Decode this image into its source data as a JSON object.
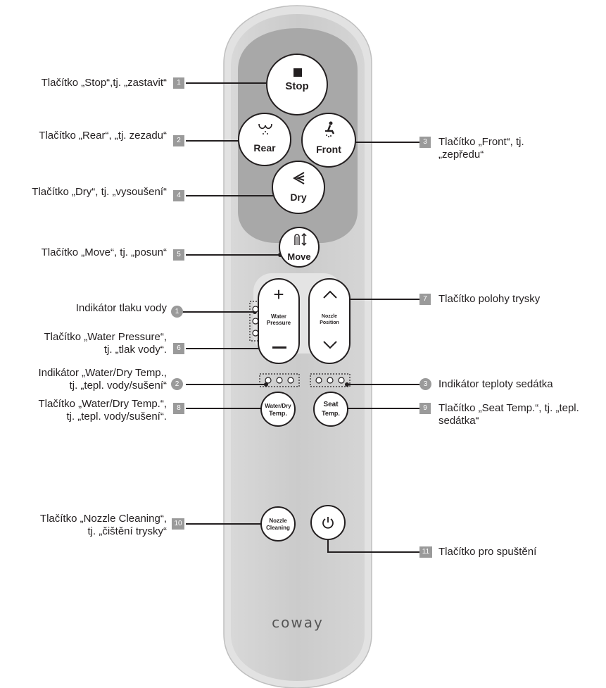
{
  "remote": {
    "brand": "coway",
    "buttons": {
      "stop": "Stop",
      "rear": "Rear",
      "front": "Front",
      "dry": "Dry",
      "move": "Move",
      "water_pressure_l1": "Water",
      "water_pressure_l2": "Pressure",
      "nozzle_position_l1": "Nozzle",
      "nozzle_position_l2": "Position",
      "water_dry_temp_l1": "Water/Dry",
      "water_dry_temp_l2": "Temp.",
      "seat_temp_l1": "Seat",
      "seat_temp_l2": "Temp.",
      "nozzle_cleaning_l1": "Nozzle",
      "nozzle_cleaning_l2": "Cleaning"
    }
  },
  "callouts": {
    "c1": {
      "badge": "1",
      "text": "Tlačítko „Stop“,tj. „zastavit“"
    },
    "c2": {
      "badge": "2",
      "text": "Tlačítko „Rear“, „tj. zezadu“"
    },
    "c3": {
      "badge": "3",
      "line1": "Tlačítko „Front“, tj.",
      "line2": "„zepředu“"
    },
    "c4": {
      "badge": "4",
      "text": "Tlačítko „Dry“, tj. „vysoušení“"
    },
    "c5": {
      "badge": "5",
      "text": "Tlačítko „Move“, tj. „posun“"
    },
    "c6": {
      "badge": "6",
      "line1": "Tlačítko „Water Pressure“,",
      "line2": "tj. „tlak vody“."
    },
    "c7": {
      "badge": "7",
      "text": "Tlačítko polohy trysky"
    },
    "c8": {
      "badge": "8",
      "line1": "Tlačítko „Water/Dry Temp.“,",
      "line2": "tj. „tepl. vody/sušení“."
    },
    "c9": {
      "badge": "9",
      "line1": "Tlačítko „Seat Temp.“, tj. „tepl.",
      "line2": "sedátka“"
    },
    "c10": {
      "badge": "10",
      "line1": "Tlačítko „Nozzle Cleaning“,",
      "line2": "tj. „čištění trysky“"
    },
    "c11": {
      "badge": "11",
      "text": "Tlačítko pro spuštění"
    },
    "i1": {
      "badge": "1",
      "text": "Indikátor tlaku vody"
    },
    "i2": {
      "badge": "2",
      "line1": "Indikátor „Water/Dry Temp.,",
      "line2": "tj. „tepl. vody/sušení“"
    },
    "i3": {
      "badge": "3",
      "text": "Indikátor teploty sedátka"
    }
  },
  "colors": {
    "body_outer": "#dcdcdc",
    "body_inner": "#cfcfcf",
    "panel_dark": "#a9a9a9",
    "line": "#231f20",
    "badge": "#9a9a9a"
  }
}
